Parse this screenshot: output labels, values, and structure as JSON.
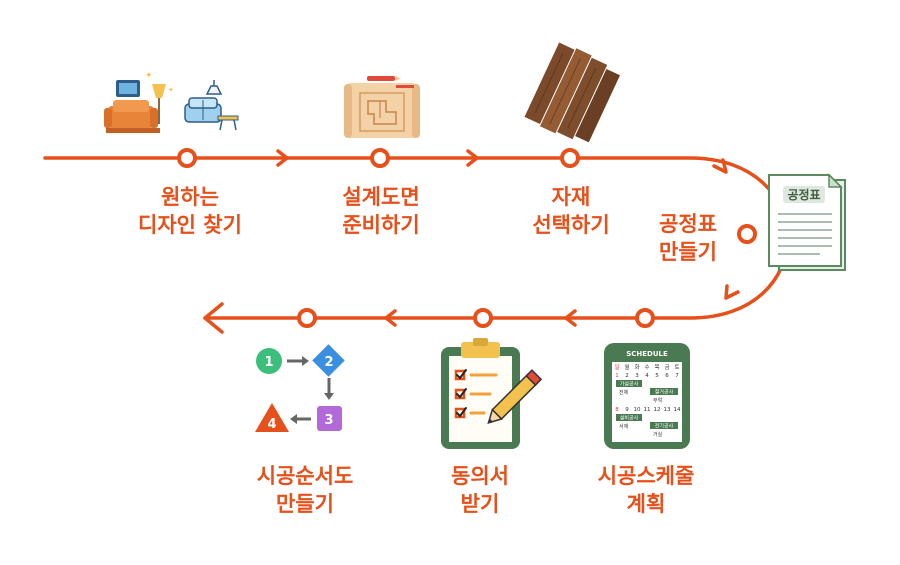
{
  "colors": {
    "accent": "#e6501a",
    "node_fill": "#ffffff",
    "clipboard_green": "#4a7a52",
    "document_green": "#5a8a5e"
  },
  "steps": [
    {
      "line1": "원하는",
      "line2": "디자인 찾기",
      "icon": "furniture-icon"
    },
    {
      "line1": "설계도면",
      "line2": "준비하기",
      "icon": "blueprint-icon"
    },
    {
      "line1": "자재",
      "line2": "선택하기",
      "icon": "wood-planks-icon"
    },
    {
      "line1": "공정표",
      "line2": "만들기",
      "icon": "document-icon"
    },
    {
      "line1": "시공스케줄",
      "line2": "계획",
      "icon": "schedule-icon"
    },
    {
      "line1": "동의서",
      "line2": "받기",
      "icon": "checklist-icon"
    },
    {
      "line1": "시공순서도",
      "line2": "만들기",
      "icon": "flowchart-icon"
    }
  ],
  "document_title": "공정표",
  "flowchart_nodes": [
    "1",
    "2",
    "3",
    "4"
  ],
  "schedule": {
    "header": "SCHEDULE",
    "weekdays": [
      "일",
      "월",
      "화",
      "수",
      "목",
      "금",
      "토"
    ],
    "row1": [
      "1",
      "2",
      "3",
      "4",
      "5",
      "6",
      "7"
    ],
    "row2": [
      "8",
      "9",
      "10",
      "11",
      "12",
      "13",
      "14"
    ],
    "tags": [
      "가설공사",
      "철거공사",
      "설비공사",
      "전기공사"
    ],
    "notes": [
      "전체",
      "부엌",
      "서재",
      "거실"
    ]
  }
}
